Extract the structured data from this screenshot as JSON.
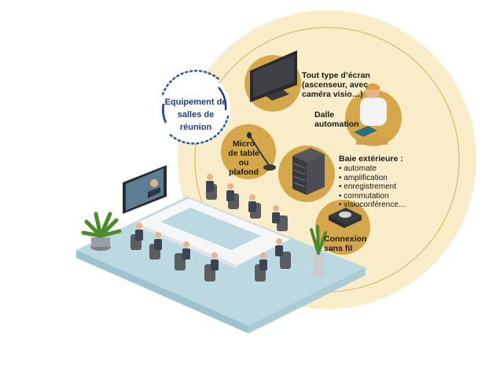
{
  "title": {
    "line1": "Equipement de",
    "line2": "salles de réunion"
  },
  "features": {
    "screen": {
      "icon": "tv-screen-icon",
      "text": "Tout type d’écran\n(ascenseur, avec\ncaméra visio…)"
    },
    "automation_panel": {
      "icon": "touch-panel-icon",
      "text": "Dalle\nautomation"
    },
    "microphone": {
      "icon": "gooseneck-microphone-icon",
      "text": "Micro\nde table\nou plafond"
    },
    "rack": {
      "icon": "equipment-rack-icon",
      "heading": "Baie extérieure :",
      "items": [
        "automate",
        "amplification",
        "enregistrement",
        "commutation",
        "visioconférence…"
      ]
    },
    "wireless": {
      "icon": "wireless-conference-puck-icon",
      "text": "Connexion\nsans fil"
    }
  },
  "colors": {
    "accent_blue": "#1d3f7c",
    "dotted_blue": "#2c5a9e",
    "halo": "#f9ecc9",
    "icon_circle": "#d4a84a",
    "floor": "#bcd9e2",
    "floor_edge": "#9cc3cf",
    "table": "#f4f6f8",
    "chair": "#5b5d61"
  }
}
